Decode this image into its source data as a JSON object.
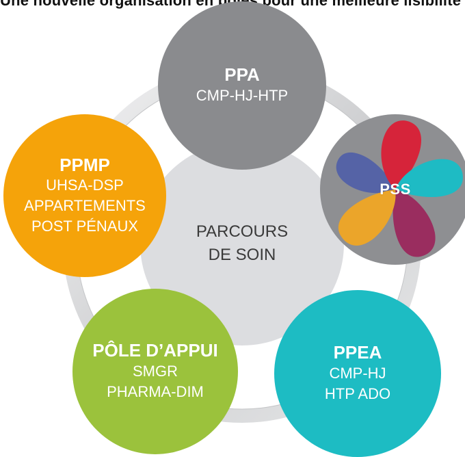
{
  "header": {
    "title": "Une nouvelle organisation en pôles pour une meilleure lisibilité de l'offre de soins"
  },
  "center": {
    "line1": "PARCOURS",
    "line2": "DE SOIN",
    "color": "#dcdde0"
  },
  "nodes": {
    "ppa": {
      "title": "PPA",
      "line1": "CMP-HJ-HTP",
      "color": "#8a8b8e"
    },
    "ppmp": {
      "title": "PPMP",
      "line1": "UHSA-DSP",
      "line2": "APPARTEMENTS",
      "line3": "POST PÉNAUX",
      "color": "#f5a30a"
    },
    "pss": {
      "title": "PSS",
      "color": "#8e8f92",
      "petal_colors": [
        "#5563a6",
        "#d6243a",
        "#1ebbc4",
        "#9a2d5f",
        "#eba52a"
      ]
    },
    "ppea": {
      "title": "PPEA",
      "line1": "CMP-HJ",
      "line2": "HTP ADO",
      "color": "#1dbcc3"
    },
    "appui": {
      "title": "PÔLE D’APPUI",
      "line1": "SMGR",
      "line2": "PHARMA-DIM",
      "color": "#9bc23c"
    }
  },
  "ring": {
    "color": "#d5d6d8"
  }
}
